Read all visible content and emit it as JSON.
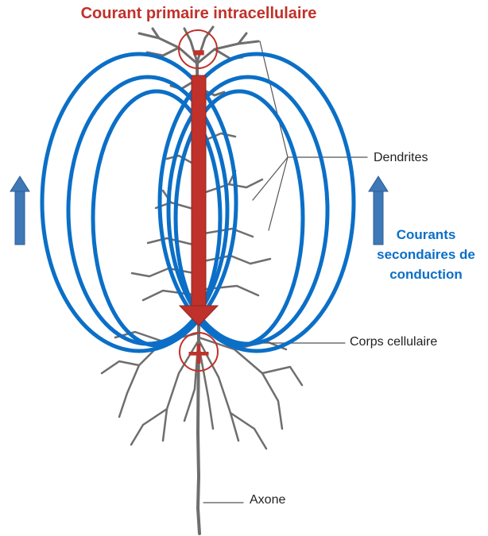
{
  "title": "Courant primaire intracellulaire",
  "labels": {
    "dendrites": "Dendrites",
    "cell_body": "Corps cellulaire",
    "axon": "Axone",
    "secondary_currents": [
      "Courants",
      "secondaires de",
      "conduction"
    ]
  },
  "polarity": {
    "top": "-",
    "bottom": "+"
  },
  "colors": {
    "primary_current": "#c0312b",
    "secondary_currents": "#0b6fc7",
    "side_arrows": "#3f78b7",
    "neuron": "#6e6e6e"
  }
}
